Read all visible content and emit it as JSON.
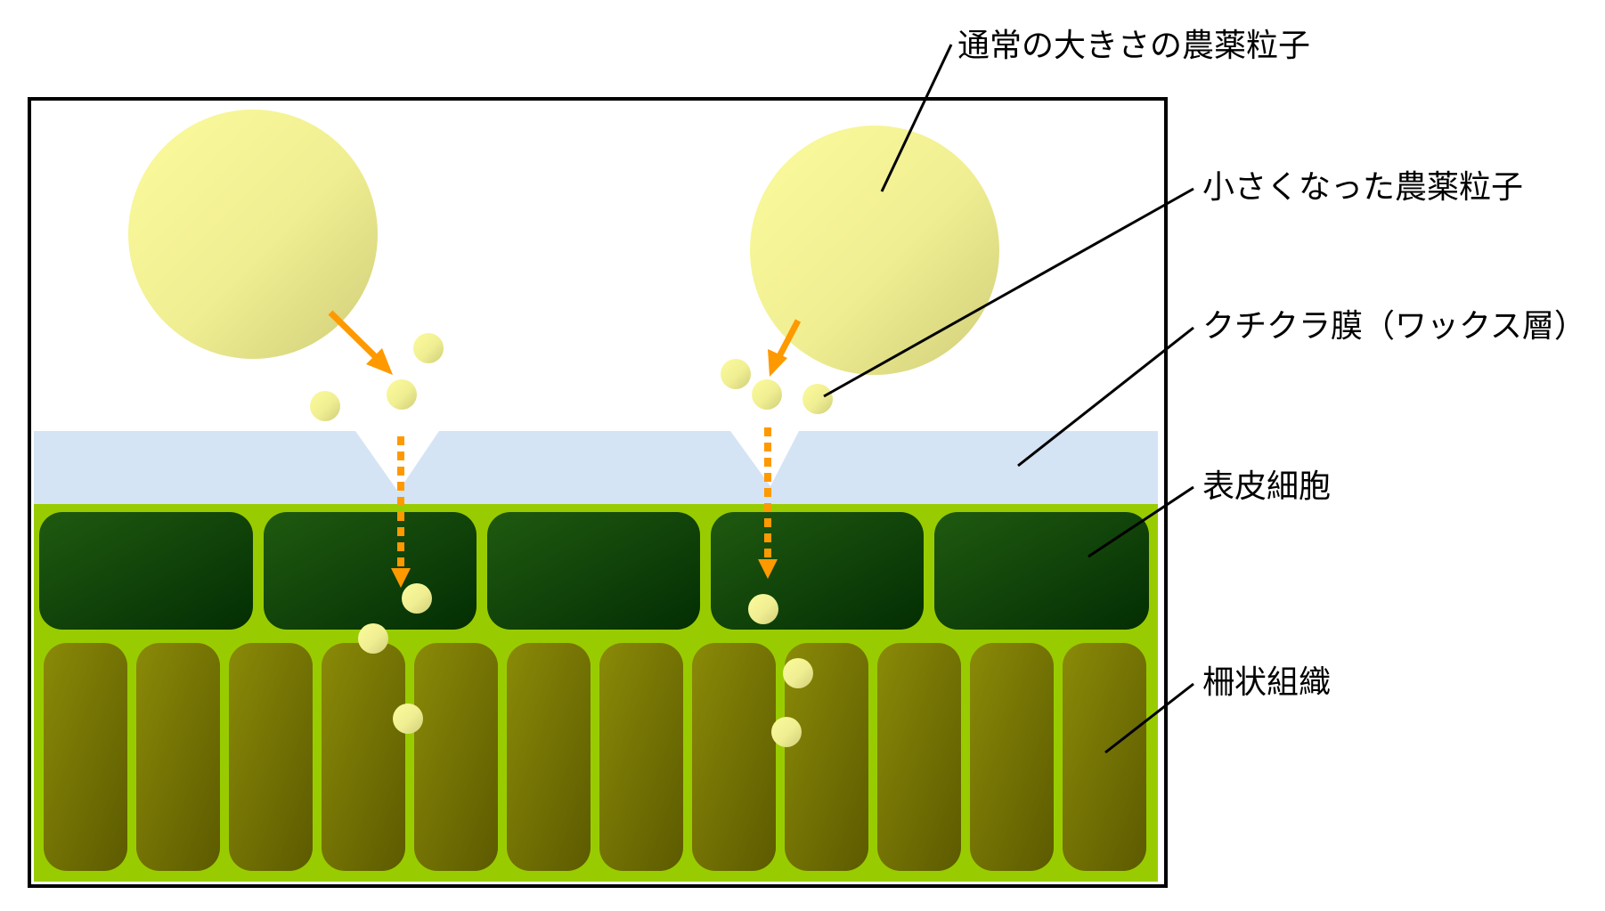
{
  "labels": {
    "normal_particle": "通常の大きさの農薬粒子",
    "small_particle": "小さくなった農薬粒子",
    "cuticle": "クチクラ膜（ワックス層）",
    "epidermis": "表皮細胞",
    "palisade": "柵状組織"
  },
  "colors": {
    "particle_light": "#FAFA9A",
    "particle_dark": "#D4D27C",
    "cuticle": "#D4E4F4",
    "leaf_green": "#99CC00",
    "epidermis_light": "#1F5A10",
    "epidermis_dark": "#032E03",
    "palisade_light": "#8A8A08",
    "palisade_dark": "#5E5C00",
    "arrow": "#FF9900",
    "frame": "#000000"
  }
}
